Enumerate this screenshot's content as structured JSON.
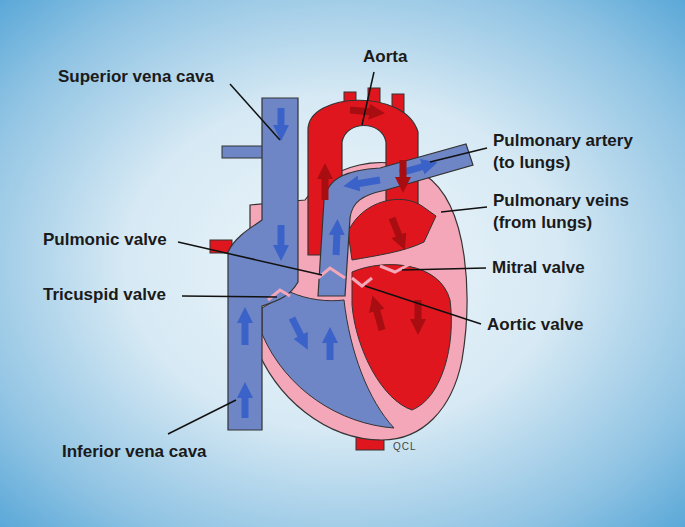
{
  "diagram": {
    "labels": [
      "Aorta",
      "Superior vena cava",
      "Pulmonary artery (to lungs)",
      "Pulmonary veins (from lungs)",
      "Pulmonic valve",
      "Mitral valve",
      "Tricuspid valve",
      "Aortic valve",
      "Inferior vena cava",
      "QCL"
    ]
  }
}
